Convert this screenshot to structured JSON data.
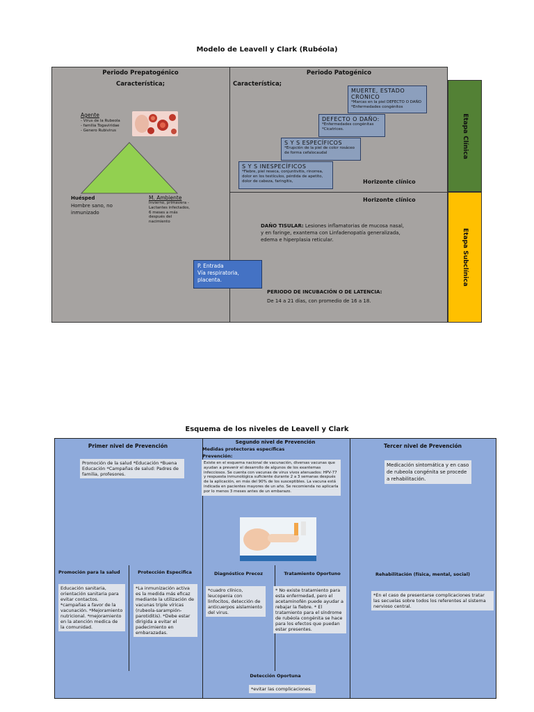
{
  "diagram1": {
    "title": "Modelo de Leavell y Clark (Rubéola)",
    "prepatogenico": {
      "heading": "Periodo Prepatogénico",
      "caracteristica": "Característica;",
      "agente_title": "Agente",
      "agente_items": [
        "- Virus de la Rubeola",
        "- familia Togaviridae",
        "- Genero Rubivirus"
      ],
      "huesped_title": "Huésped",
      "huesped_text": "Hombre sano, no inmunizado",
      "ambiente_title": "M. Ambiente",
      "ambiente_text": "Invierno, primavera -Lactantes infectados, 6 meses a más después del nacimiento"
    },
    "patogenico": {
      "heading": "Periodo Patogénico",
      "caracteristica": "Característica;",
      "muerte_title": "MUERTE, ESTADO CRÓNICO",
      "muerte_text": "*Marcas en la piel DEFECTO O DAÑO *Enfermedades congénitos",
      "defecto_title": "DEFECTO O DAÑO:",
      "defecto_text": "*Enfermedades congénitas *Cicatrices.",
      "sys_esp_title": "S Y S ESPECÍFICOS",
      "sys_esp_text": "*Erupción de la piel de color rosáceo de forma cefalocaudal",
      "sys_inesp_title": "S Y S INESPECÍFICOS",
      "sys_inesp_text": "*Fiebre, piel reseca, conjuntivitis, rinorrea, dolor en los testículos, pérdida de apetito, dolor de cabeza, faringitis,",
      "horizonte1": "Horizonte clínico",
      "horizonte2": "Horizonte clínico",
      "dano_label": "DAÑO TISULAR:",
      "dano_text": "Lesiones inflamatorias de mucosa nasal, y en faringe, exantema con Linfadenopatía generalizada, edema e hiperplasia reticular.",
      "entrada_title": "P. Entrada",
      "entrada_text": "Vía respiratoria, placenta.",
      "incubacion_title": "PERIODO DE INCUBACIÓN O DE LATENCIA:",
      "incubacion_text": "De 14 a 21 días, con promedio de 16 a 18."
    },
    "etapa_clinica": "Etapa Clínica",
    "etapa_subclinica": "Etapa Subclínica",
    "colors": {
      "background": "#a6a3a1",
      "clinica": "#538135",
      "subclinica": "#ffc000",
      "entrada": "#4472c4",
      "triangle": "#92d050"
    }
  },
  "diagram2": {
    "title": "Esquema de los niveles de Leavell y Clark",
    "primer_nivel": {
      "heading": "Primer nivel de Prevención",
      "box": "Promoción de la salud *Educación *Buena Educación *Campañas de salud: Padres de familia, profesores.",
      "promocion_heading": "Promoción para la salud",
      "promocion_text": "Educación sanitaria, orientación sanitaria para evitar contactos. *campañas a favor de la vacunación. *Mejoramiento nutricional. *mejoramiento en la atención medica de la comunidad.",
      "proteccion_heading": "Protección Especifica",
      "proteccion_text": "*La inmunización activa es la medida más eficaz mediante la utilización de vacunas triple víricas (rubeola-sarampión-parotiditis). *Debe estar dirigida a evitar el padecimiento en embarazadas."
    },
    "segundo_nivel": {
      "heading": "Segundo nivel de Prevención",
      "sub1": "Medidas protectoras específicas",
      "sub2": "Prevención:",
      "box": "Existe en el esquema nacional de vacunación, diversas vacunas que ayudan a prevenir el desarrollo de algunos de los exantemas infecciosos. Se cuenta con vacunas de virus vivos atenuados: HPV-77 y respuesta inmunológica suficiente durante 2 a 3 semanas después de la aplicación, en más del 90% de los susceptibles. La vacuna está indicada en pacientes mayores de un año. Se recomienda no aplicarla por lo menos 3 meses antes de un embarazo.",
      "diagnostico_heading": "Diagnóstico Precoz",
      "diagnostico_text": "*cuadro clínico, leucopenia con linfocitos, detección de anticuerpos aislamiento del virus.",
      "tratamiento_heading": "Tratamiento Oportuno",
      "tratamiento_text": "* No existe tratamiento para esta enfermedad, pero el acetaminofén puede ayudar a rebajar la fiebre. * El tratamiento para el síndrome de rubéola congénita se hace para los efectos que puedan estar presentes.",
      "deteccion_heading": "Detección Oportuna",
      "deteccion_text": "*evitar las complicaciones."
    },
    "tercer_nivel": {
      "heading": "Tercer nivel de Prevención",
      "box": "Medicación sintomática y en caso de rubeola congénita se procede a rehabilitación.",
      "rehab_heading": "Rehabilitación (física, mental, social)",
      "rehab_text": "*En el caso de presentarse complicaciones tratar las secuelas sobre todos los referentes al sistema nervioso central."
    },
    "colors": {
      "background": "#8eaadb",
      "note": "#dfe3ea"
    }
  }
}
